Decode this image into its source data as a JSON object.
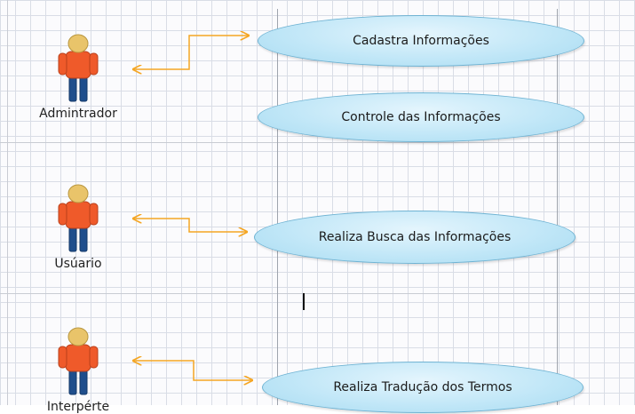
{
  "actors": [
    {
      "label": "Admintrador"
    },
    {
      "label": "Usúario"
    },
    {
      "label": "Interpérte"
    }
  ],
  "use_cases": [
    {
      "label": "Cadastra Informações"
    },
    {
      "label": "Controle das Informações"
    },
    {
      "label": "Realiza Busca das Informações"
    },
    {
      "label": "Realiza Tradução dos Termos"
    }
  ],
  "colors": {
    "connector": "#f5a623",
    "actor_head": "#e9c46a",
    "actor_body": "#ef5a2a",
    "actor_legs": "#1f4e8c",
    "usecase_fill": "#bfe6f7",
    "usecase_border": "#6fb3d3"
  }
}
